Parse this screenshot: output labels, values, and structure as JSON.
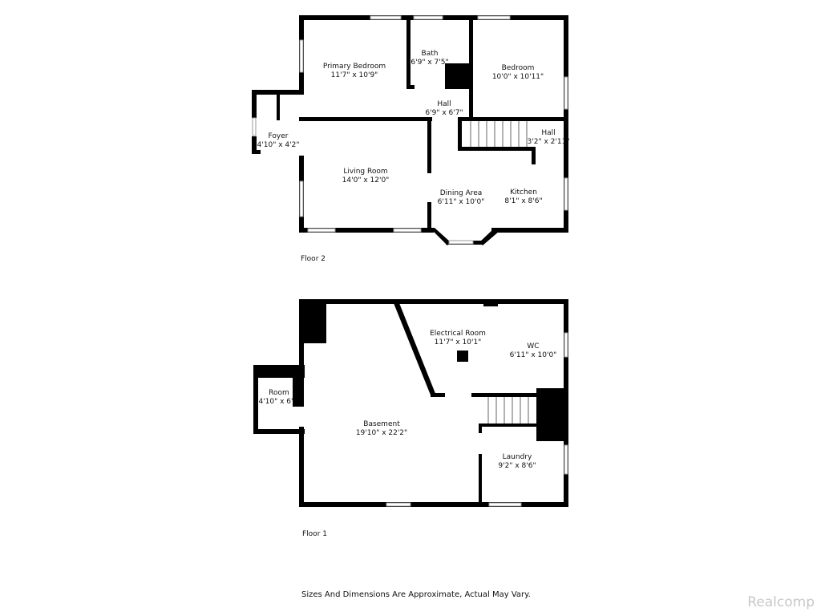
{
  "floors": [
    {
      "label": "Floor 2",
      "rooms": [
        {
          "name": "Primary Bedroom",
          "size": "11'7\" x 10'9\""
        },
        {
          "name": "Bath",
          "size": "6'9\" x 7'5\""
        },
        {
          "name": "Bedroom",
          "size": "10'0\" x 10'11\""
        },
        {
          "name": "Hall",
          "size": "6'9\" x 6'7\""
        },
        {
          "name": "Hall",
          "size": "3'2\" x 2'11\""
        },
        {
          "name": "Foyer",
          "size": "4'10\" x 4'2\""
        },
        {
          "name": "Living Room",
          "size": "14'0\" x 12'0\""
        },
        {
          "name": "Dining Area",
          "size": "6'11\" x 10'0\""
        },
        {
          "name": "Kitchen",
          "size": "8'1\" x 8'6\""
        }
      ]
    },
    {
      "label": "Floor 1",
      "rooms": [
        {
          "name": "Electrical Room",
          "size": "11'7\" x 10'1\""
        },
        {
          "name": "WC",
          "size": "6'11\" x 10'0\""
        },
        {
          "name": "Room",
          "size": "4'10\" x 6'"
        },
        {
          "name": "Basement",
          "size": "19'10\" x 22'2\""
        },
        {
          "name": "Laundry",
          "size": "9'2\" x 8'6\""
        }
      ]
    }
  ],
  "disclaimer": "Sizes And Dimensions Are Approximate, Actual May Vary.",
  "brand": "Realcomp"
}
